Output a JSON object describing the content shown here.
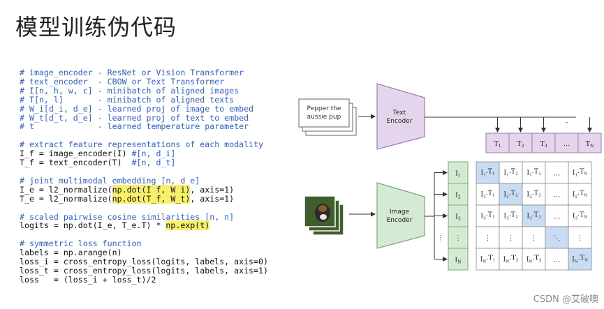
{
  "title": "模型训练伪代码",
  "code_lines": [
    {
      "segs": [
        {
          "t": "# image_encoder - ResNet or Vision Transformer",
          "s": "c"
        }
      ]
    },
    {
      "segs": [
        {
          "t": "# text_encoder  - CBOW or Text Transformer",
          "s": "c"
        }
      ]
    },
    {
      "segs": [
        {
          "t": "# I[n, h, w, c] - minibatch of aligned images",
          "s": "c"
        }
      ]
    },
    {
      "segs": [
        {
          "t": "# T[n, l]       - minibatch of aligned texts",
          "s": "c"
        }
      ]
    },
    {
      "segs": [
        {
          "t": "# W_i[d_i, d_e] - learned proj of image to embed",
          "s": "c"
        }
      ]
    },
    {
      "segs": [
        {
          "t": "# W_t[d_t, d_e] - learned proj of text to embed",
          "s": "c"
        }
      ]
    },
    {
      "segs": [
        {
          "t": "# t             - learned temperature parameter",
          "s": "c"
        }
      ]
    },
    {
      "segs": [
        {
          "t": "",
          "s": ""
        }
      ]
    },
    {
      "segs": [
        {
          "t": "# extract feature representations of each modality",
          "s": "c"
        }
      ]
    },
    {
      "segs": [
        {
          "t": "I_f = image_encoder(I) ",
          "s": ""
        },
        {
          "t": "#[n, d_i]",
          "s": "c"
        }
      ]
    },
    {
      "segs": [
        {
          "t": "T_f = text_encoder(T)  ",
          "s": ""
        },
        {
          "t": "#[n, d_t]",
          "s": "c"
        }
      ]
    },
    {
      "segs": [
        {
          "t": "",
          "s": ""
        }
      ]
    },
    {
      "segs": [
        {
          "t": "# joint multimodal embedding [n, d_e]",
          "s": "c"
        }
      ]
    },
    {
      "segs": [
        {
          "t": "I_e = l2_normalize(",
          "s": ""
        },
        {
          "t": "np.dot(I_f, W_i)",
          "s": "hl"
        },
        {
          "t": ", axis=1)",
          "s": ""
        }
      ]
    },
    {
      "segs": [
        {
          "t": "T_e = l2_normalize(",
          "s": ""
        },
        {
          "t": "np.dot(T_f, W_t)",
          "s": "hl"
        },
        {
          "t": ", axis=1)",
          "s": ""
        }
      ]
    },
    {
      "segs": [
        {
          "t": "",
          "s": ""
        }
      ]
    },
    {
      "segs": [
        {
          "t": "# scaled pairwise cosine similarities [n, n]",
          "s": "c"
        }
      ]
    },
    {
      "segs": [
        {
          "t": "logits = np.dot(I_e, T_e.T) * ",
          "s": ""
        },
        {
          "t": "np.exp(t)",
          "s": "hl"
        }
      ]
    },
    {
      "segs": [
        {
          "t": "",
          "s": ""
        }
      ]
    },
    {
      "segs": [
        {
          "t": "# symmetric loss function",
          "s": "c"
        }
      ]
    },
    {
      "segs": [
        {
          "t": "labels = np.arange(n)",
          "s": ""
        }
      ]
    },
    {
      "segs": [
        {
          "t": "loss_i = cross_entropy_loss(logits, labels, axis=0)",
          "s": ""
        }
      ]
    },
    {
      "segs": [
        {
          "t": "loss_t = cross_entropy_loss(logits, labels, axis=1)",
          "s": ""
        }
      ]
    },
    {
      "segs": [
        {
          "t": "loss   = (loss_i + loss_t)/2",
          "s": ""
        }
      ]
    }
  ],
  "diagram": {
    "text_card": [
      "Pepper the",
      "aussie pup"
    ],
    "text_encoder": [
      "Text",
      "Encoder"
    ],
    "image_encoder": [
      "Image",
      "Encoder"
    ],
    "t_labels": [
      [
        "T",
        "1"
      ],
      [
        "T",
        "2"
      ],
      [
        "T",
        "3"
      ],
      [
        "…",
        ""
      ],
      [
        "T",
        "N"
      ]
    ],
    "i_labels": [
      [
        "I",
        "1"
      ],
      [
        "I",
        "2"
      ],
      [
        "I",
        "3"
      ],
      [
        "⋮",
        ""
      ],
      [
        "I",
        "N"
      ]
    ],
    "matrix": [
      [
        [
          [
            "I",
            "1"
          ],
          [
            "T",
            "1"
          ]
        ],
        [
          [
            "I",
            "1"
          ],
          [
            "T",
            "2"
          ]
        ],
        [
          [
            "I",
            "1"
          ],
          [
            "T",
            "3"
          ]
        ],
        "…",
        [
          [
            "I",
            "1"
          ],
          [
            "T",
            "N"
          ]
        ]
      ],
      [
        [
          [
            "I",
            "2"
          ],
          [
            "T",
            "1"
          ]
        ],
        [
          [
            "I",
            "2"
          ],
          [
            "T",
            "2"
          ]
        ],
        [
          [
            "I",
            "2"
          ],
          [
            "T",
            "3"
          ]
        ],
        "…",
        [
          [
            "I",
            "2"
          ],
          [
            "T",
            "N"
          ]
        ]
      ],
      [
        [
          [
            "I",
            "3"
          ],
          [
            "T",
            "1"
          ]
        ],
        [
          [
            "I",
            "3"
          ],
          [
            "T",
            "2"
          ]
        ],
        [
          [
            "I",
            "3"
          ],
          [
            "T",
            "3"
          ]
        ],
        "…",
        [
          [
            "I",
            "3"
          ],
          [
            "T",
            "N"
          ]
        ]
      ],
      [
        "⋮",
        "⋮",
        "⋮",
        "⋱",
        "⋮"
      ],
      [
        [
          [
            "I",
            "N"
          ],
          [
            "T",
            "1"
          ]
        ],
        [
          [
            "I",
            "N"
          ],
          [
            "T",
            "2"
          ]
        ],
        [
          [
            "I",
            "N"
          ],
          [
            "T",
            "3"
          ]
        ],
        "…",
        [
          [
            "I",
            "N"
          ],
          [
            "T",
            "N"
          ]
        ]
      ]
    ],
    "colors": {
      "text_encoder_fill": "#e5d5ec",
      "text_encoder_stroke": "#9c7bb0",
      "image_encoder_fill": "#d5ead2",
      "image_encoder_stroke": "#7aa874",
      "t_box_fill": "#e5d5ec",
      "t_box_stroke": "#9c7bb0",
      "i_box_fill": "#d5ead2",
      "i_box_stroke": "#7aa874",
      "diag_fill": "#c9dcf4",
      "grid_stroke": "#8a8a8a"
    }
  },
  "watermark": "CSDN @艾破噢"
}
